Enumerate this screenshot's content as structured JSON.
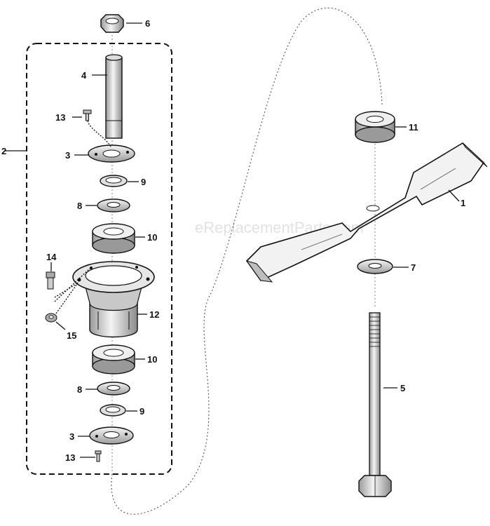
{
  "watermark": "eReplacementParts.com",
  "callouts": {
    "c1": "1",
    "c2": "2",
    "c3a": "3",
    "c3b": "3",
    "c4": "4",
    "c5": "5",
    "c6": "6",
    "c7": "7",
    "c8a": "8",
    "c8b": "8",
    "c9a": "9",
    "c9b": "9",
    "c10a": "10",
    "c10b": "10",
    "c11": "11",
    "c12": "12",
    "c13a": "13",
    "c13b": "13",
    "c14": "14",
    "c15": "15"
  }
}
